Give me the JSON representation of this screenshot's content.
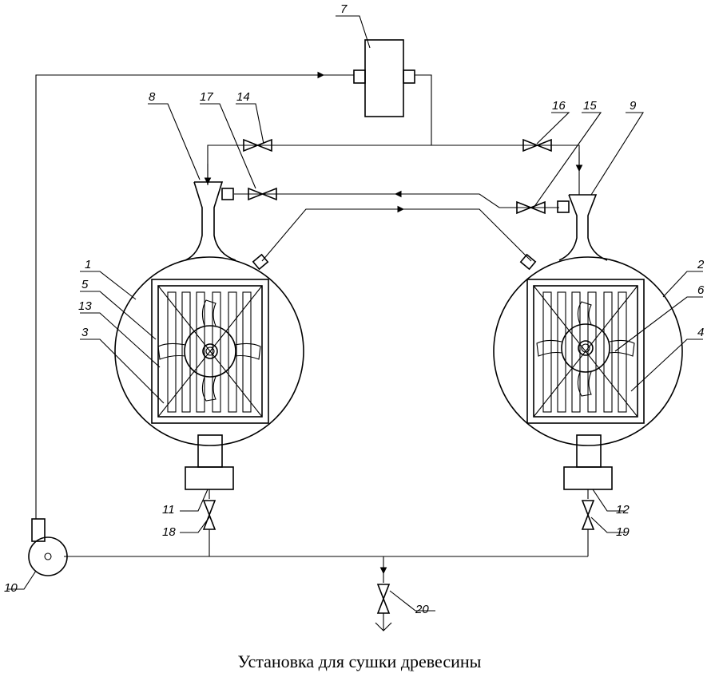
{
  "caption": "Установка для сушки древесины",
  "labels": {
    "l1": "1",
    "l2": "2",
    "l3": "3",
    "l4": "4",
    "l5": "5",
    "l6": "6",
    "l7": "7",
    "l8": "8",
    "l9": "9",
    "l10": "10",
    "l11": "11",
    "l12": "12",
    "l13": "13",
    "l14": "14",
    "l15": "15",
    "l16": "16",
    "l17": "17",
    "l18": "18",
    "l19": "19",
    "l20": "20"
  }
}
